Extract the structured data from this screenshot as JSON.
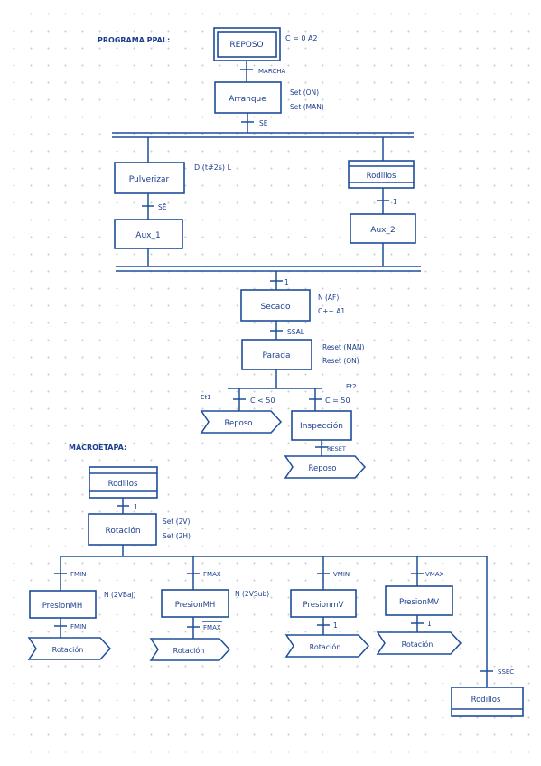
{
  "main_program": {
    "heading": "PROGRAMA PPAL:",
    "steps": {
      "reposo": {
        "label": "REPOSO",
        "action": "C = 0   A2"
      },
      "arranque": {
        "label": "Arranque",
        "actions": [
          "Set (ON)",
          "Set (MAN)"
        ]
      },
      "pulverizar": {
        "label": "Pulverizar",
        "action": "D (t#2s) L"
      },
      "aux1": {
        "label": "Aux_1"
      },
      "rodillos": {
        "label": "Rodillos"
      },
      "aux2": {
        "label": "Aux_2"
      },
      "secado": {
        "label": "Secado",
        "actions": [
          "N (AF)",
          "C++   A1"
        ]
      },
      "parada": {
        "label": "Parada",
        "actions": [
          "Reset (MAN)",
          "Reset (ON)"
        ]
      },
      "inspeccion": {
        "label": "Inspección"
      }
    },
    "transitions": {
      "marcha": "MARCHA",
      "se": "SE",
      "se_bar": "SĒ",
      "t1": "1",
      "t_join": "1",
      "ssal": "SSAL",
      "c_lt": "C < 50",
      "c_eq": "C = 50",
      "reset": "RESET"
    },
    "jump_tags": {
      "et1": "Et1",
      "et2": "Et2"
    },
    "jumps": {
      "reposo_a": "Reposo",
      "reposo_b": "Reposo"
    }
  },
  "macro_step": {
    "heading": "MACROETAPA:",
    "steps": {
      "rodillos_in": {
        "label": "Rodillos"
      },
      "rotacion": {
        "label": "Rotación",
        "actions": [
          "Set (2V)",
          "Set (2H)"
        ]
      },
      "presion_mh": {
        "label": "PresionMH",
        "action": "N (2VBaj)"
      },
      "presion_mh2": {
        "label": "PresionMH",
        "action": "N (2VSub)"
      },
      "presion_mv": {
        "label": "PresionmV"
      },
      "presion_mv2": {
        "label": "PresionMV"
      },
      "rodillos_out": {
        "label": "Rodillos"
      }
    },
    "transitions": {
      "t1": "1",
      "fmin": "FMIN",
      "fmin_b": "FMIN",
      "fmax": "FMAX",
      "fmax_bar": "FMAX",
      "vmin": "VMIN",
      "vmax": "VMAX",
      "one_a": "1",
      "one_b": "1",
      "ssec": "SSEC"
    },
    "jumps": {
      "rot_a": "Rotación",
      "rot_b": "Rotación",
      "rot_c": "Rotación",
      "rot_d": "Rotación"
    }
  }
}
